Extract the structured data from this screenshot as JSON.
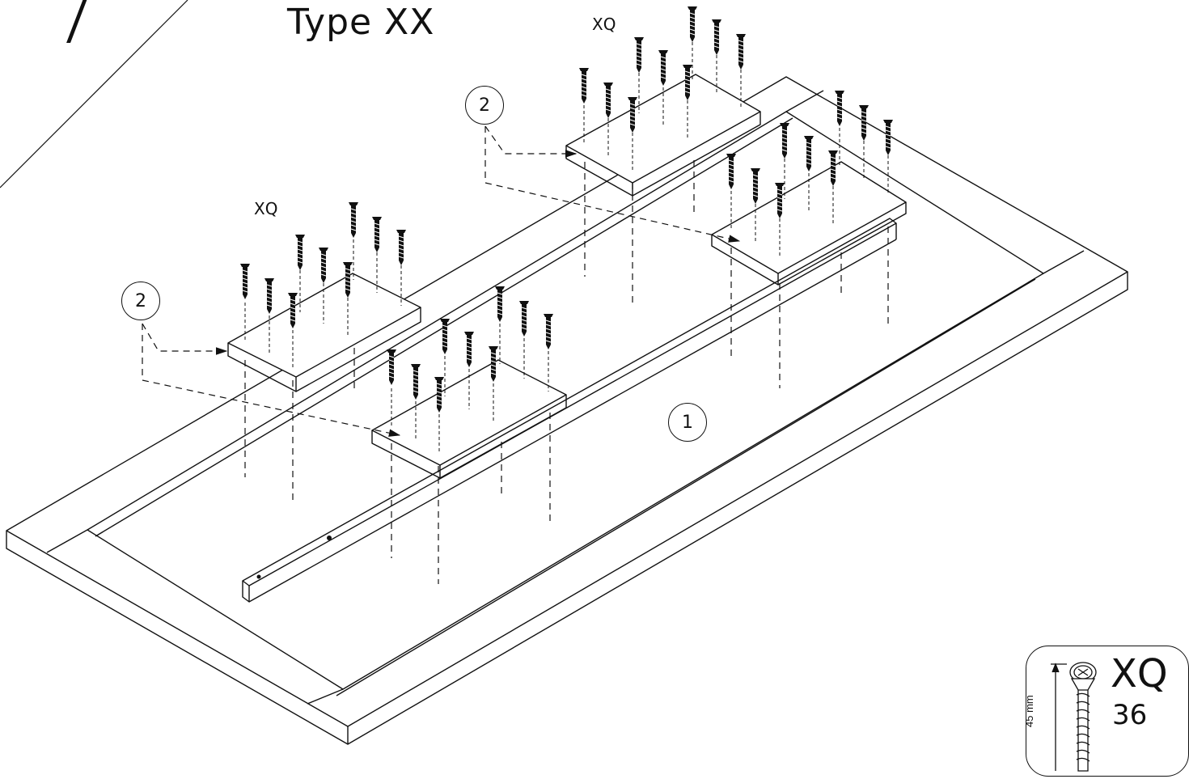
{
  "header": {
    "step_number": "7",
    "title": "Type XX"
  },
  "diagram": {
    "screw_group_labels": [
      "XQ",
      "XQ"
    ],
    "callouts": [
      "2",
      "2",
      "1"
    ]
  },
  "legend": {
    "screw_code": "XQ",
    "quantity": "36",
    "length": "45 mm"
  }
}
